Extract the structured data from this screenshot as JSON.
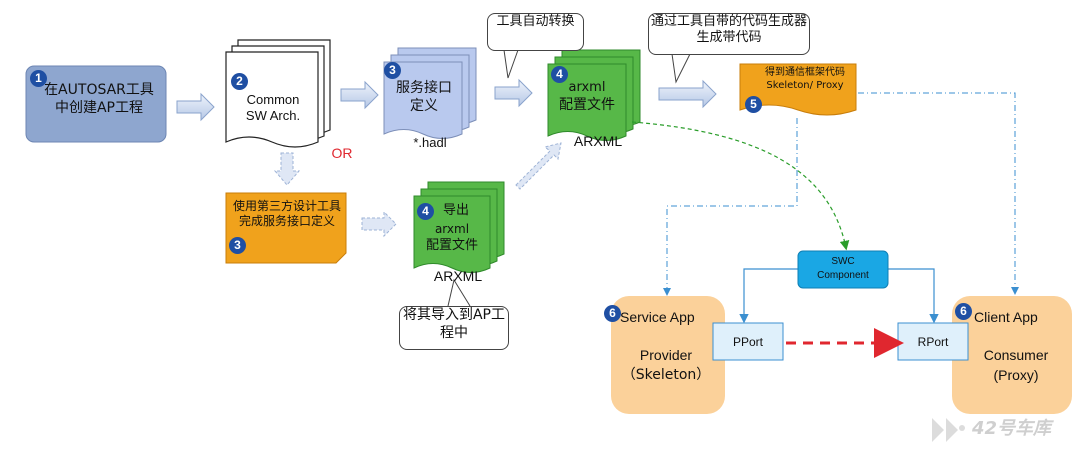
{
  "step1": {
    "badge": "1",
    "text": "在AUTOSAR工具中创建AP工程"
  },
  "step2": {
    "badge": "2",
    "text": "Common SW Arch.",
    "or_label": "OR"
  },
  "step3_top": {
    "badge": "3",
    "text": "服务接口定义",
    "file_label": "*.hadl"
  },
  "step3_bottom": {
    "badge": "3",
    "text": "使用第三方设计工具完成服务接口定义"
  },
  "step4_top": {
    "badge": "4",
    "line1": "arxml",
    "line2": "配置文件",
    "file_label": "ARXML"
  },
  "step4_bottom": {
    "badge": "4",
    "line0": "导出",
    "line1": "arxml",
    "line2": "配置文件",
    "file_label": "ARXML"
  },
  "step5": {
    "badge": "5",
    "text": "得到通信框架代码Skeleton/ Proxy"
  },
  "callouts": {
    "tool_convert": "工具自动转换",
    "codegen": "通过工具自带的代码生成器生成带代码",
    "import": "将其导入到AP工程中"
  },
  "swc": {
    "line1": "SWC",
    "line2": "Component"
  },
  "service_app": {
    "badge": "6",
    "title": "Service App",
    "role": "Provider",
    "role_sub": "（Skeleton）",
    "port": "PPort"
  },
  "client_app": {
    "badge": "6",
    "title": "Client App",
    "role": "Consumer",
    "role_sub": "(Proxy)",
    "port": "RPort"
  },
  "watermark": "42号车库",
  "colors": {
    "blue_box": "#8ea6cf",
    "doc_white": "#ffffff",
    "doc_blue": "#b9c9ee",
    "doc_green": "#57b848",
    "orange": "#f0a21c",
    "peach": "#fbd19a",
    "swc_blue": "#1aa7e4",
    "port_blue": "#dff0fb",
    "badge_blue": "#1f4fa3",
    "red": "#e0272f"
  }
}
